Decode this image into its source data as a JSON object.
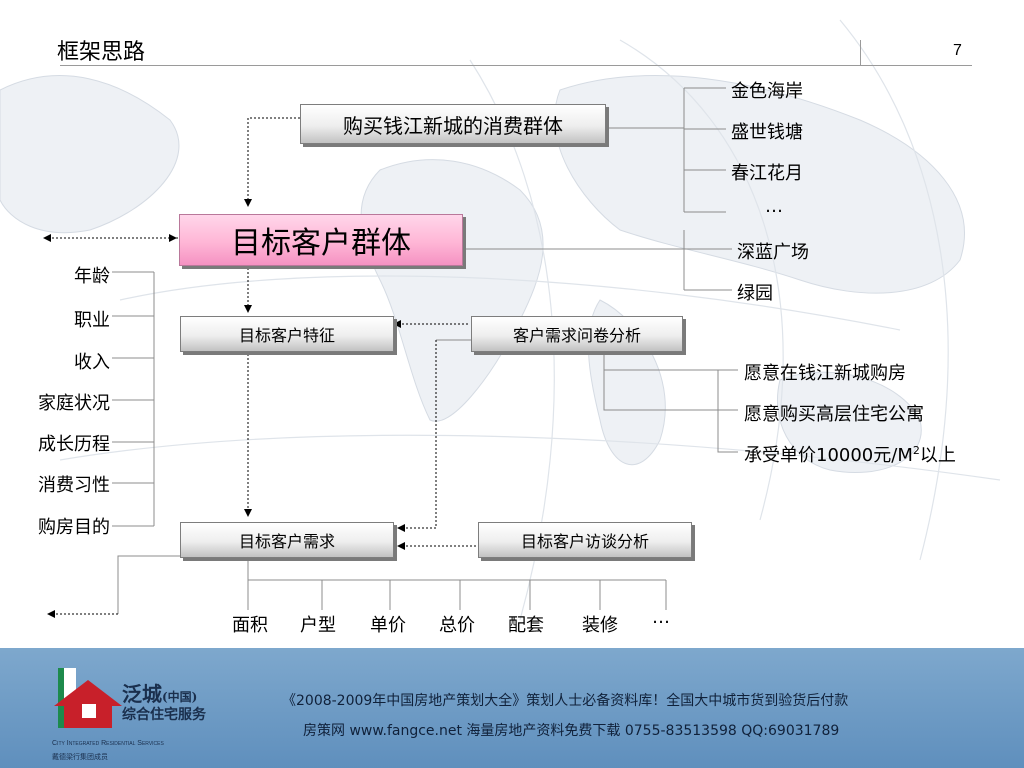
{
  "slide": {
    "title": "框架思路",
    "page_number": "7"
  },
  "boxes": {
    "consumer_group": "购买钱江新城的消费群体",
    "target_group": "目标客户群体",
    "target_features": "目标客户特征",
    "questionnaire": "客户需求问卷分析",
    "target_demand": "目标客户需求",
    "interview": "目标客户访谈分析"
  },
  "projects": [
    "金色海岸",
    "盛世钱塘",
    "春江花月",
    "…",
    "深蓝广场",
    "绿园"
  ],
  "features": [
    "年龄",
    "职业",
    "收入",
    "家庭状况",
    "成长历程",
    "消费习性",
    "购房目的"
  ],
  "survey_findings": {
    "items": [
      "愿意在钱江新城购房",
      "愿意购买高层住宅公寓"
    ],
    "price_prefix": "承受单价10000元/M",
    "price_sup": "2",
    "price_suffix": "以上"
  },
  "demands": [
    "面积",
    "户型",
    "单价",
    "总价",
    "配套",
    "装修",
    "…"
  ],
  "footer": {
    "logo_brand": "泛城",
    "logo_brand_sub": "(中国)",
    "logo_service": "综合住宅服务",
    "logo_english": "City Integrated Residential Services",
    "logo_member": "戴德梁行集团成员",
    "line1": "《2008-2009年中国房地产策划大全》策划人士必备资料库！全国大中城市货到验货后付款",
    "line2": "房策网 www.fangce.net  海量房地产资料免费下载   0755-83513598  QQ:69031789"
  },
  "colors": {
    "footer_bg": "#6b98c4",
    "target_box": "#ffb6d6",
    "rule": "#9a9a9a"
  }
}
